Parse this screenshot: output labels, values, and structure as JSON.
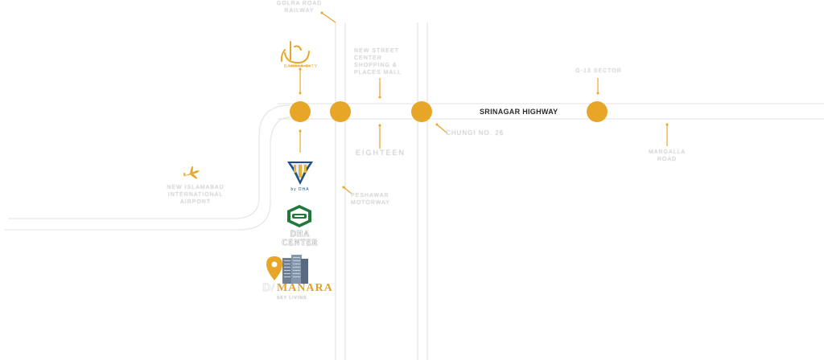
{
  "highway": {
    "label": "SRINAGAR HIGHWAY"
  },
  "landmarks": {
    "top_left_road": "GOLRA ROAD RAILWAY",
    "top_middle": "NEW STREET CENTER SHOPPING & PLACES MALL",
    "eighteen": "EIGHTEEN",
    "chungi": "CHUNGI NO. 26",
    "top_right": "G-13 SECTOR",
    "right_lower": "MARGALLA ROAD",
    "airport": "NEW ISLAMABAD INTERNATIONAL AIRPORT",
    "motorway": "PESHAWAR MOTORWAY"
  },
  "logos": {
    "top_caption": "BAHRIA CITY",
    "diamond_caption": "by DHA",
    "green_caption": "DHA CENTER",
    "manara_prefix": "D/",
    "manara_name": "MANARA",
    "manara_tagline": "SKY LIVING"
  },
  "colors": {
    "accent": "#e8a628",
    "road": "#e4e4e4",
    "text_light": "#d9d9d9",
    "text_dark": "#2b2b2b"
  },
  "icons": [
    "airplane-icon",
    "location-pin-icon"
  ]
}
